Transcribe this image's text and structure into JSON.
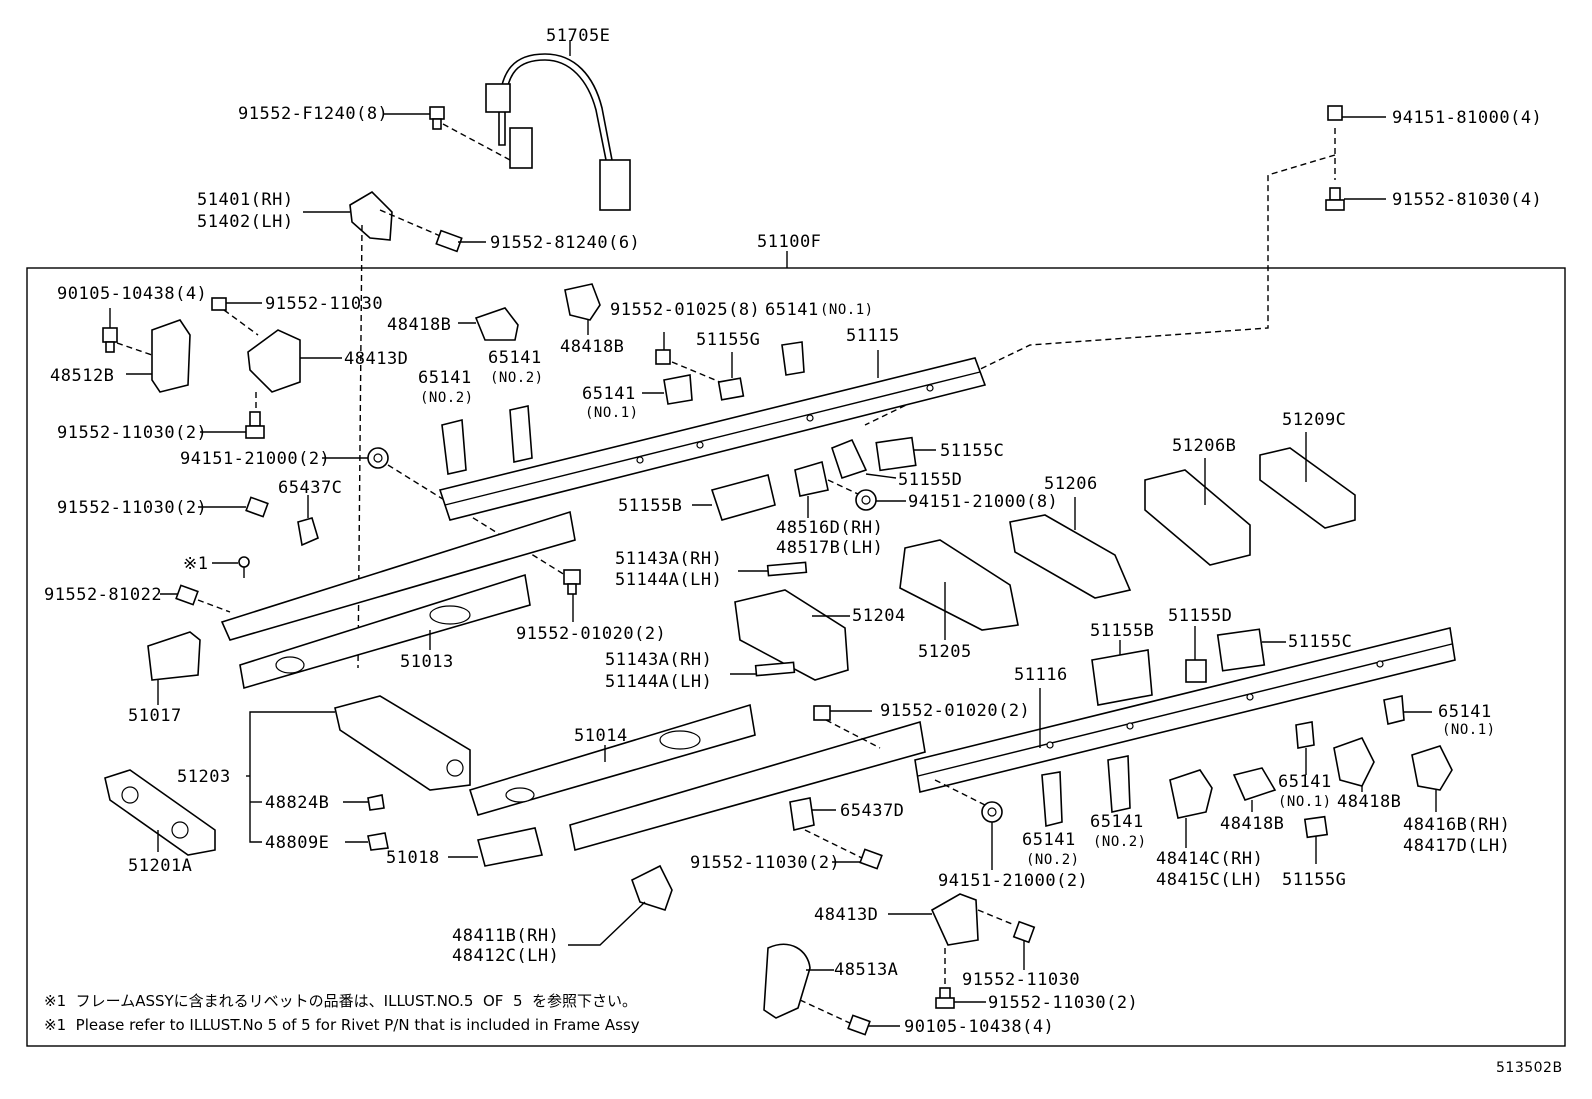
{
  "diagram": {
    "code": "513502B",
    "labels": {
      "p51705E": "51705E",
      "p91552_F1240": "91552-F1240(8)",
      "p51401": "51401(RH)",
      "p51402": "51402(LH)",
      "p91552_81240": "91552-81240(6)",
      "p51100F": "51100F",
      "p94151_81000": "94151-81000(4)",
      "p91552_81030": "91552-81030(4)",
      "p90105_10438_a": "90105-10438(4)",
      "p91552_11030_a": "91552-11030",
      "p48418B_a": "48418B",
      "p48418B_b": "48418B",
      "p91552_01025": "91552-01025(8)",
      "p65141_no1_a": "65141",
      "p65141_no1_a_sub": "(NO.1)",
      "p51115": "51115",
      "p48512B": "48512B",
      "p48413D_a": "48413D",
      "p65141_no2_a": "65141",
      "p65141_no2_a_sub": "(NO.2)",
      "p65141_no2_b": "65141",
      "p65141_no2_b_sub": "(NO.2)",
      "p51155G_a": "51155G",
      "p65141_no1_b": "65141",
      "p65141_no1_b_sub": "(NO.1)",
      "p91552_11030_2a": "91552-11030(2)",
      "p94151_21000_2a": "94151-21000(2)",
      "p51155C_a": "51155C",
      "p51155D_a": "51155D",
      "p51206B": "51206B",
      "p51209C": "51209C",
      "p94151_21000_8": "94151-21000(8)",
      "p51155B_a": "51155B",
      "p48516D": "48516D(RH)",
      "p48517B": "48517B(LH)",
      "p51206": "51206",
      "p91552_11030_2b": "91552-11030(2)",
      "p65437C": "65437C",
      "p51143A_a": "51143A(RH)",
      "p51144A_a": "51144A(LH)",
      "p_mark1": "※1",
      "p91552_81022": "91552-81022",
      "p91552_01020_a": "91552-01020(2)",
      "p51204": "51204",
      "p51205": "51205",
      "p51155B_b": "51155B",
      "p51155D_b": "51155D",
      "p51155C_b": "51155C",
      "p51013": "51013",
      "p51143A_b": "51143A(RH)",
      "p51144A_b": "51144A(LH)",
      "p51017": "51017",
      "p51116": "51116",
      "p51014": "51014",
      "p91552_01020_b": "91552-01020(2)",
      "p65141_no1_c": "65141",
      "p65141_no1_c_sub": "(NO.1)",
      "p51203": "51203",
      "p48824B": "48824B",
      "p65437D": "65437D",
      "p65141_no1_d": "65141",
      "p65141_no1_d_sub": "(NO.1)",
      "p48418B_c": "48418B",
      "p48418B_d": "48418B",
      "p48809E": "48809E",
      "p65141_no2_c": "65141",
      "p65141_no2_c_sub": "(NO.2)",
      "p65141_no2_d": "65141",
      "p65141_no2_d_sub": "(NO.2)",
      "p48414C": "48414C(RH)",
      "p48415C": "48415C(LH)",
      "p51155G_b": "51155G",
      "p48416B": "48416B(RH)",
      "p48417D": "48417D(LH)",
      "p51201A": "51201A",
      "p51018": "51018",
      "p91552_11030_2c": "91552-11030(2)",
      "p94151_21000_2b": "94151-21000(2)",
      "p48411B": "48411B(RH)",
      "p48412C": "48412C(LH)",
      "p48413D_b": "48413D",
      "p91552_11030_b": "91552-11030",
      "p48513A": "48513A",
      "p91552_11030_2d": "91552-11030(2)",
      "p90105_10438_b": "90105-10438(4)"
    },
    "notes": {
      "jp": "※1  フレームASSYに含まれるリベットの品番は、ILLUST.NO.5  OF  5  を参照下さい。",
      "en": "※1  Please refer to ILLUST.No 5 of 5 for Rivet P/N that is included in Frame Assy"
    }
  }
}
